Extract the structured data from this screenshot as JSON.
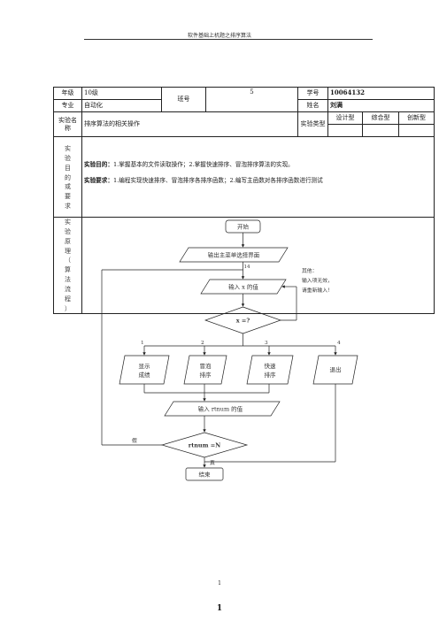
{
  "header": {
    "title": "软件基础上机题之排序算法"
  },
  "form": {
    "grade_label": "年级",
    "grade_value": "10级",
    "class_label": "班号",
    "class_value": "5",
    "sid_label": "学号",
    "sid_value": "10064132",
    "major_label": "专业",
    "major_value": "自动化",
    "name_label": "姓名",
    "name_value": "刘满",
    "expname_label": "实验名称",
    "expname_value": "排序算法的相关操作",
    "exptype_label": "实验类型",
    "types": [
      "设计型",
      "综合型",
      "创新型"
    ],
    "goal_label": "实验目的或要求",
    "goal_title": "实验目的：",
    "goal_text": "1.掌握基本的文件读取操作；2.掌握快速排序、冒泡排序算法的实现。",
    "req_title": "实验要求：",
    "req_text": "1.编程实现快速排序、冒泡排序各排序函数；2.编写主函数对各排序函数进行测试",
    "principle_label": "实验原理（算法流程）"
  },
  "flowchart": {
    "start": "开始",
    "main_menu": "输出主菜单选择界面",
    "input_x": "输入 x 的值",
    "decision_x": "x =?",
    "other_note": [
      "其他：",
      "输入项无效，",
      "请重新输入！"
    ],
    "branch_labels": [
      "1",
      "2",
      "3",
      "4"
    ],
    "loop_mark": "14",
    "options": [
      [
        "显示",
        "成绩"
      ],
      [
        "冒泡",
        "排序"
      ],
      [
        "快速",
        "排序"
      ],
      [
        "退出"
      ]
    ],
    "input_rtnum": "输入 rtnum 的值",
    "decision_rtnum": "rtnum =N",
    "false_label": "假",
    "true_label": "真",
    "end": "结束"
  },
  "footer": {
    "page_number": "1",
    "bottom_mark": "1"
  }
}
